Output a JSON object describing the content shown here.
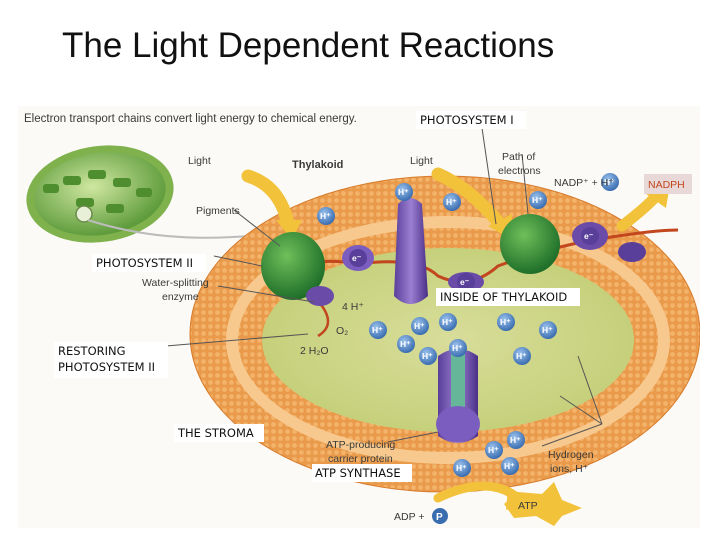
{
  "slide": {
    "title": "The Light Dependent Reactions"
  },
  "figure": {
    "caption": "Electron transport chains convert light energy to chemical energy.",
    "labels": {
      "light_left": "Light",
      "thylakoid": "Thylakoid",
      "light_right": "Light",
      "path_of_electrons_1": "Path of",
      "path_of_electrons_2": "electrons",
      "pigments": "Pigments",
      "nadp_plus": "NADP⁺ + H⁺",
      "nadph": "NADPH",
      "water_splitting_1": "Water-splitting",
      "water_splitting_2": "enzyme",
      "four_h": "4 H⁺",
      "o2": "O₂",
      "two_h2o": "2 H₂O",
      "atp_carrier_1": "ATP-producing",
      "atp_carrier_2": "carrier protein",
      "hydrogen_ions_1": "Hydrogen",
      "hydrogen_ions_2": "ions, H⁺",
      "adp_plus": "ADP +",
      "p": "P",
      "atp": "ATP",
      "h_plus": "H⁺",
      "e_minus": "e⁻"
    },
    "callouts": {
      "photosystem_i": "PHOTOSYSTEM I",
      "photosystem_ii": "PHOTOSYSTEM II",
      "inside_of_thylakoid": "INSIDE OF THYLAKOID",
      "restoring_1": "RESTORING",
      "restoring_2": "PHOTOSYSTEM II",
      "the_stroma": "THE STROMA",
      "atp_synthase": "ATP SYNTHASE"
    }
  }
}
